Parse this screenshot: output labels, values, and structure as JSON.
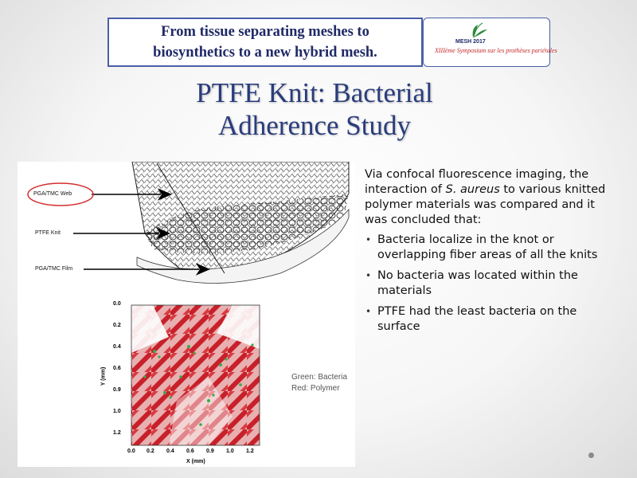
{
  "banner": {
    "line1": "From tissue separating meshes to",
    "line2": "biosynthetics to a new hybrid mesh."
  },
  "logo": {
    "event": "MESH 2017",
    "subtitle": "XIIIème Symposium sur les prothèses pariétales",
    "accent_color": "#2e8b3a"
  },
  "title": {
    "line1": "PTFE Knit: Bacterial",
    "line2": "Adherence Study"
  },
  "figure": {
    "labels": {
      "web": "PGA/TMC Web",
      "knit": "PTFE Knit",
      "film": "PGA/TMC Film"
    },
    "plot": {
      "ylabel": "Y (mm)",
      "xlabel": "X (mm)",
      "yticks": [
        "0.0",
        "0.2",
        "0.4",
        "0.6",
        "0.9",
        "1.0",
        "1.2"
      ],
      "xticks": [
        "0.0",
        "0.2",
        "0.4",
        "0.6",
        "0.9",
        "1.0",
        "1.2"
      ]
    },
    "legend": {
      "green": "Green: Bacteria",
      "red": "Red: Polymer"
    }
  },
  "body": {
    "intro_part1": "Via confocal fluorescence imaging, the interaction of ",
    "intro_italic": "S. aureus",
    "intro_part2": " to various knitted polymer materials was compared and it was concluded that:",
    "bullets": [
      "Bacteria localize in the knot or overlapping fiber areas of all the knits",
      "No bacteria was located within the materials",
      "PTFE had the least bacteria on the surface"
    ]
  }
}
